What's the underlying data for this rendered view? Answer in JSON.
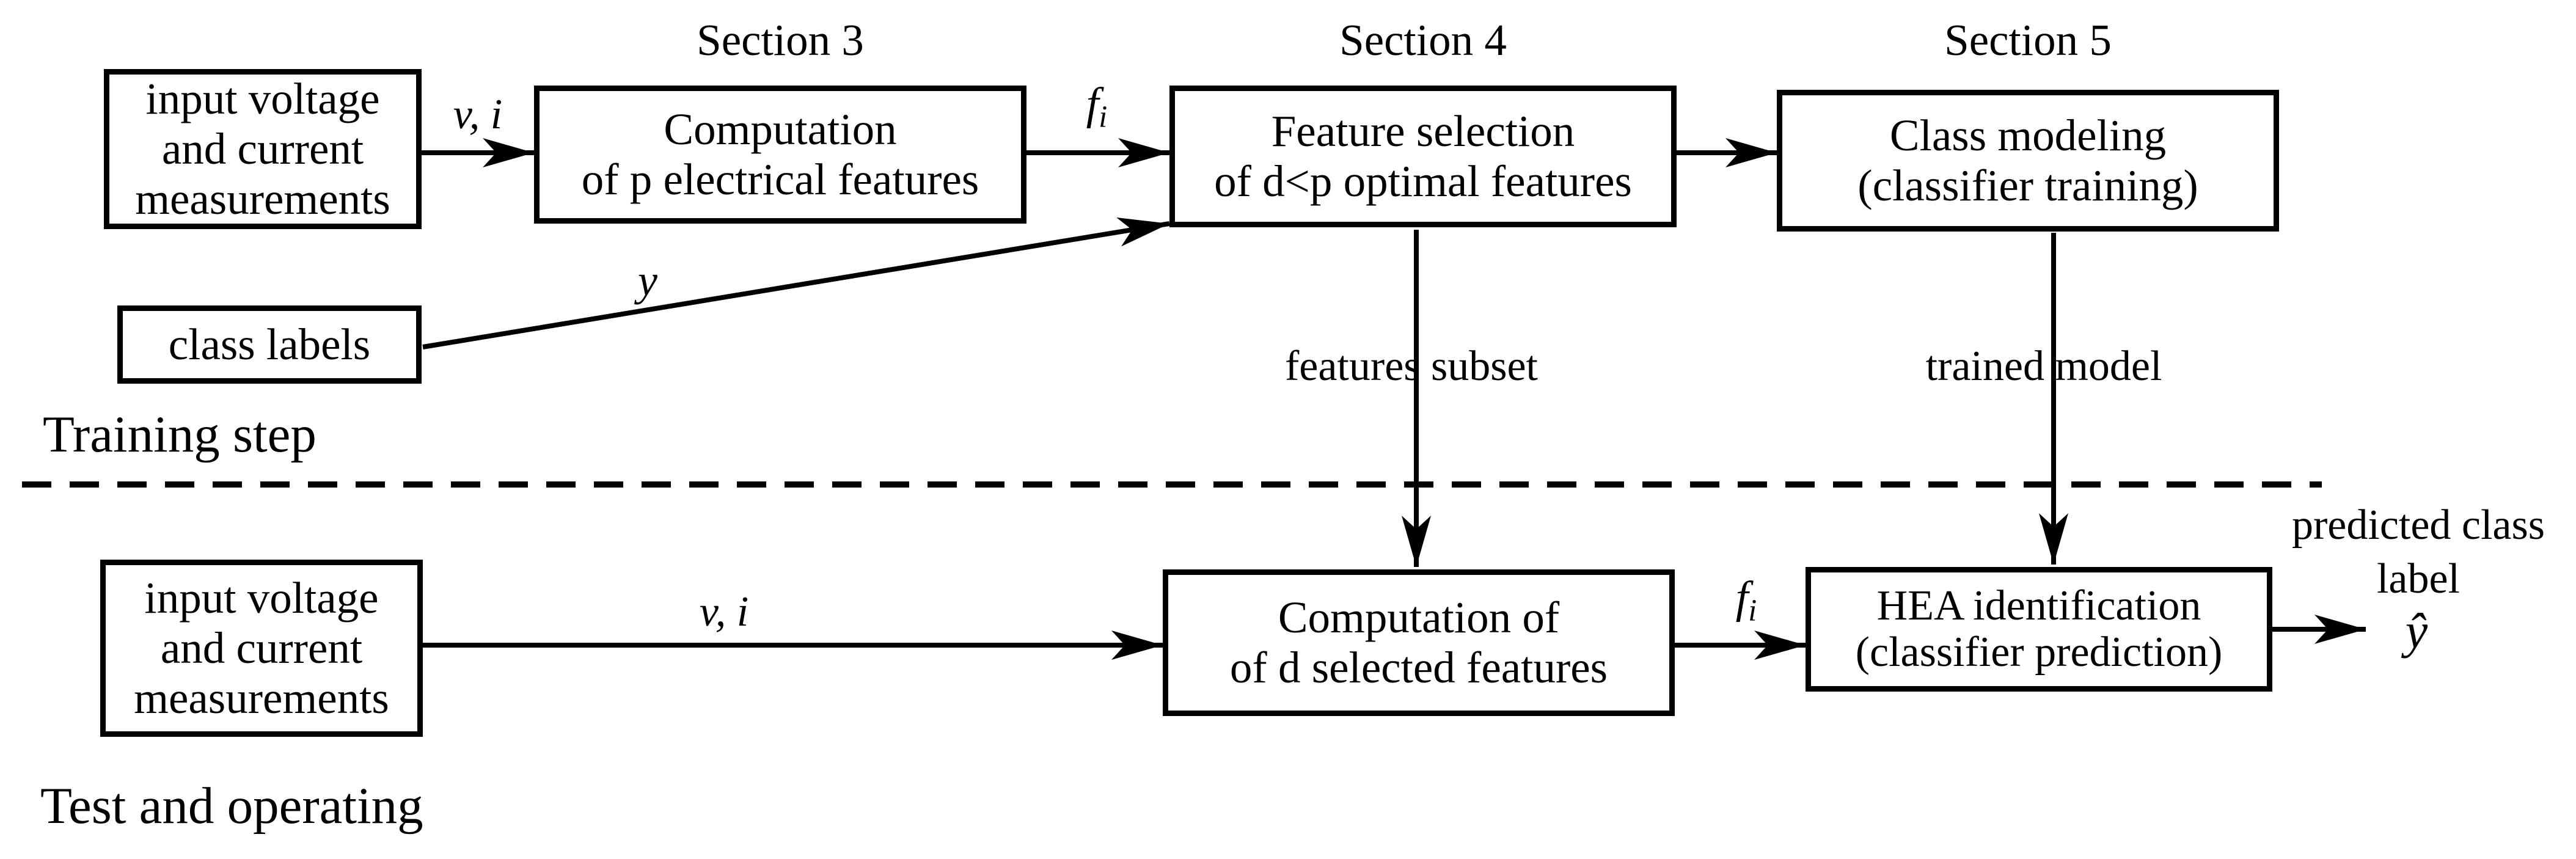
{
  "diagram": {
    "title_sections": {
      "section3": "Section 3",
      "section4": "Section 4",
      "section5": "Section 5"
    },
    "training": {
      "step_label": "Training step",
      "input_box_lines": [
        "input voltage",
        "and current",
        "measurements"
      ],
      "compute_box_lines": [
        "Computation",
        "of p electrical features"
      ],
      "select_box_lines": [
        "Feature selection",
        "of d<p optimal features"
      ],
      "model_box_lines": [
        "Class modeling",
        "(classifier training)"
      ],
      "class_labels_box": "class labels",
      "labels": {
        "vi": "v, i",
        "fi_base": "f",
        "fi_sub": "i",
        "y": "y",
        "features_subset": "features subset",
        "trained_model": "trained model"
      }
    },
    "test": {
      "step_label": "Test and operating",
      "input_box_lines": [
        "input voltage",
        "and current",
        "measurements"
      ],
      "compute_box_lines": [
        "Computation of",
        "of d selected features"
      ],
      "hea_box_lines": [
        "HEA identification",
        "(classifier prediction)"
      ],
      "labels": {
        "vi": "v, i",
        "fi_base": "f",
        "fi_sub": "i",
        "yhat": "ŷ",
        "predicted_line1": "predicted class",
        "predicted_line2": "label"
      }
    },
    "colors": {
      "ink": "#000000",
      "background": "#ffffff"
    }
  }
}
